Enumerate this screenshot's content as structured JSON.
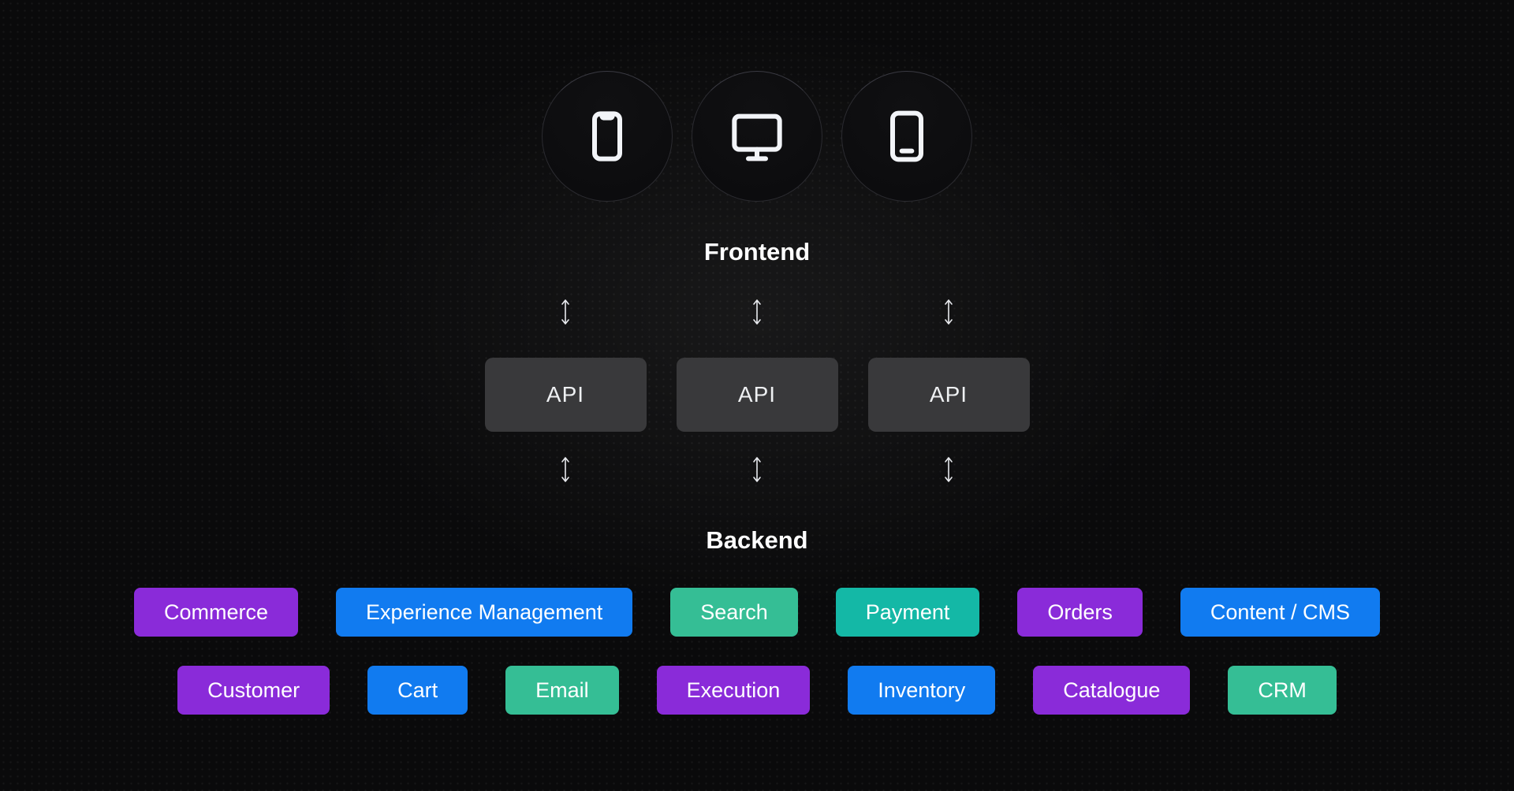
{
  "frontend": {
    "title": "Frontend",
    "devices": [
      {
        "icon": "smartphone-icon"
      },
      {
        "icon": "monitor-icon"
      },
      {
        "icon": "tablet-icon"
      }
    ]
  },
  "api": {
    "boxes": [
      {
        "label": "API"
      },
      {
        "label": "API"
      },
      {
        "label": "API"
      }
    ]
  },
  "backend": {
    "title": "Backend",
    "services_row1": [
      {
        "label": "Commerce",
        "color": "purple"
      },
      {
        "label": "Experience Management",
        "color": "blue"
      },
      {
        "label": "Search",
        "color": "emerald"
      },
      {
        "label": "Payment",
        "color": "teal"
      },
      {
        "label": "Orders",
        "color": "purple"
      },
      {
        "label": "Content / CMS",
        "color": "blue"
      }
    ],
    "services_row2": [
      {
        "label": "Customer",
        "color": "purple"
      },
      {
        "label": "Cart",
        "color": "blue"
      },
      {
        "label": "Email",
        "color": "emerald"
      },
      {
        "label": "Execution",
        "color": "purple"
      },
      {
        "label": "Inventory",
        "color": "blue"
      },
      {
        "label": "Catalogue",
        "color": "purple"
      },
      {
        "label": "CRM",
        "color": "emerald"
      }
    ]
  },
  "colors": {
    "purple": "#8a2bd9",
    "blue": "#117bf0",
    "emerald": "#35be95",
    "teal": "#14b8a6",
    "api_box": "#39393b"
  }
}
